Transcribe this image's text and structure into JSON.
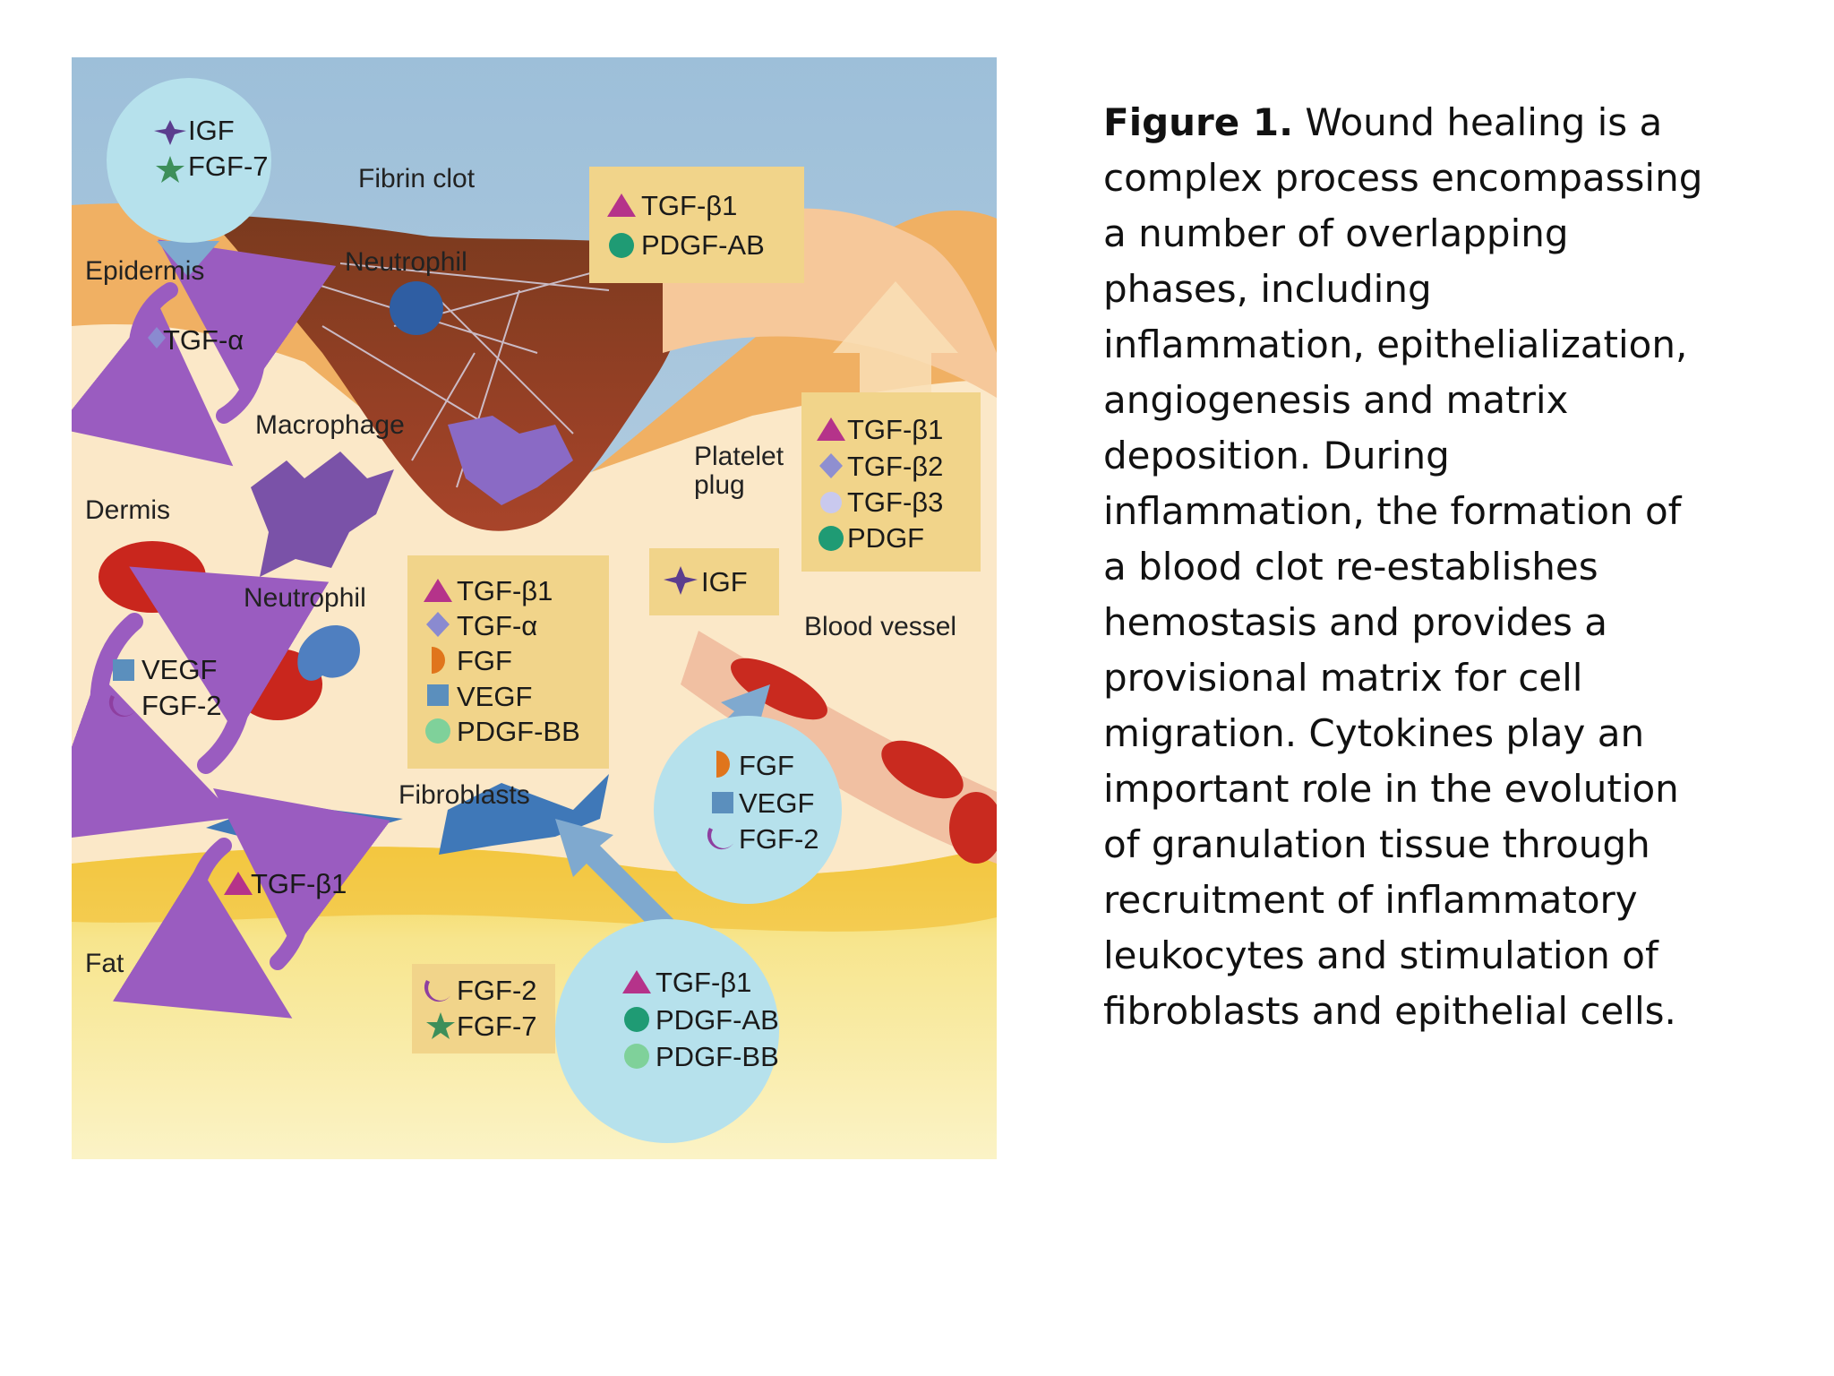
{
  "figure": {
    "tissue_labels": {
      "fibrin_clot": "Fibrin clot",
      "epidermis": "Epidermis",
      "neutrophil_top": "Neutrophil",
      "macrophage": "Macrophage",
      "dermis": "Dermis",
      "platelet_plug_1": "Platelet",
      "platelet_plug_2": "plug",
      "neutrophil_mid": "Neutrophil",
      "blood_vessel": "Blood vessel",
      "fibroblasts": "Fibroblasts",
      "fat": "Fat"
    },
    "groups": {
      "top_left_circle": [
        "IGF",
        "FGF-7"
      ],
      "epidermis_loop": [
        "TGF-α"
      ],
      "clot_box": [
        "TGF-β1",
        "PDGF-AB"
      ],
      "platelet_box": [
        "TGF-β1",
        "TGF-β2",
        "TGF-β3",
        "PDGF"
      ],
      "igf_box": [
        "IGF"
      ],
      "center_box": [
        "TGF-β1",
        "TGF-α",
        "FGF",
        "VEGF",
        "PDGF-BB"
      ],
      "dermis_loop": [
        "VEGF",
        "FGF-2"
      ],
      "vessel_circle": [
        "FGF",
        "VEGF",
        "FGF-2"
      ],
      "fat_loop": [
        "TGF-β1"
      ],
      "fat_box": [
        "FGF-2",
        "FGF-7"
      ],
      "bottom_circle": [
        "TGF-β1",
        "PDGF-AB",
        "PDGF-BB"
      ]
    },
    "colors": {
      "tgf_b1": "#b5338a",
      "pdgf_ab": "#1f9b74",
      "tgf_b2": "#8f8fd0",
      "tgf_b3": "#c9c9ee",
      "igf": "#5b3d8e",
      "fgf7": "#3d8f5a",
      "tgf_a": "#8a8ad0",
      "fgf": "#e0751c",
      "vegf": "#5b8fbd",
      "pdgf_bb": "#7fd19a",
      "fgf2": "#8e3fa0",
      "arrow_purple": "#9a5cc0",
      "arrow_blue": "#7fa9cf",
      "box_fill": "#f1d48a",
      "circle_fill": "#b6e1ec"
    }
  },
  "caption": {
    "heading": "Figure 1.",
    "body": " Wound healing is a complex process encompassing a number of overlapping phases, including inflammation, epithelialization, angiogenesis and matrix deposition. During inflammation, the formation of a blood clot re-establishes hemostasis and provides a provisional matrix for cell migration. Cytokines play an important role in the evolution of granulation tissue through recruitment of inflammatory leukocytes and stimulation of fibroblasts and epithelial cells."
  }
}
